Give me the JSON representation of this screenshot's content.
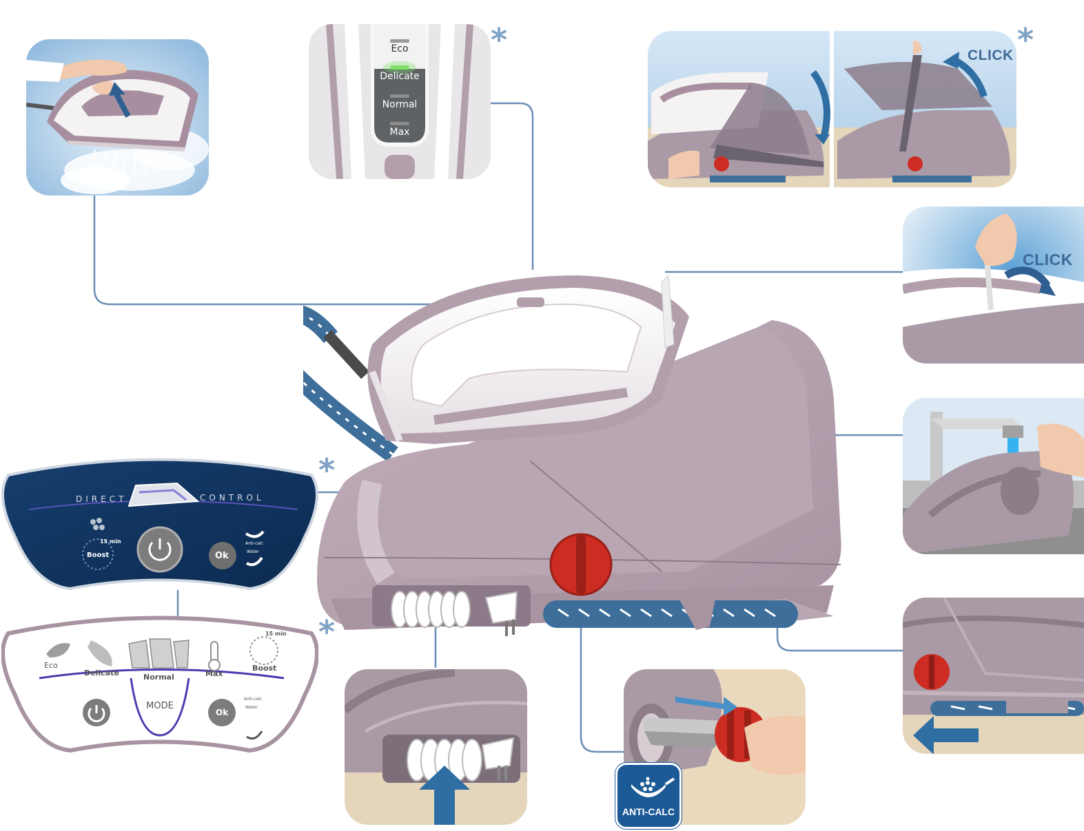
{
  "asterisk": "*",
  "top_mode_selector": {
    "modes": [
      "Eco",
      "Delicate",
      "Normal",
      "Max"
    ],
    "active_mode": "Delicate"
  },
  "tank_panel": {
    "click_label": "CLICK"
  },
  "handle_panel": {
    "click_label": "CLICK"
  },
  "control_panel_dark": {
    "direct_label": "DIRECT",
    "control_label": "CONTROL",
    "timer_label": "15 min",
    "boost_label": "Boost",
    "ok_label": "Ok",
    "anticalc_label": "Anti-calc",
    "water_label": "Water"
  },
  "control_panel_light": {
    "modes": [
      "Eco",
      "Delicate",
      "Normal",
      "Max",
      "Boost"
    ],
    "timer_label": "15 min",
    "mode_label": "MODE",
    "ok_label": "Ok",
    "anticalc_label": "Anti-calc",
    "water_label": "Water"
  },
  "anticalc_badge": {
    "label": "ANTI-CALC"
  },
  "colors": {
    "callout_line": "#6b8db5",
    "body_mauve": "#b7a3ae",
    "panel_navy": "#0f3460",
    "red_knob": "#cc2c22",
    "cord_blue": "#3e6f9a",
    "sky": "#bcd6ec"
  }
}
